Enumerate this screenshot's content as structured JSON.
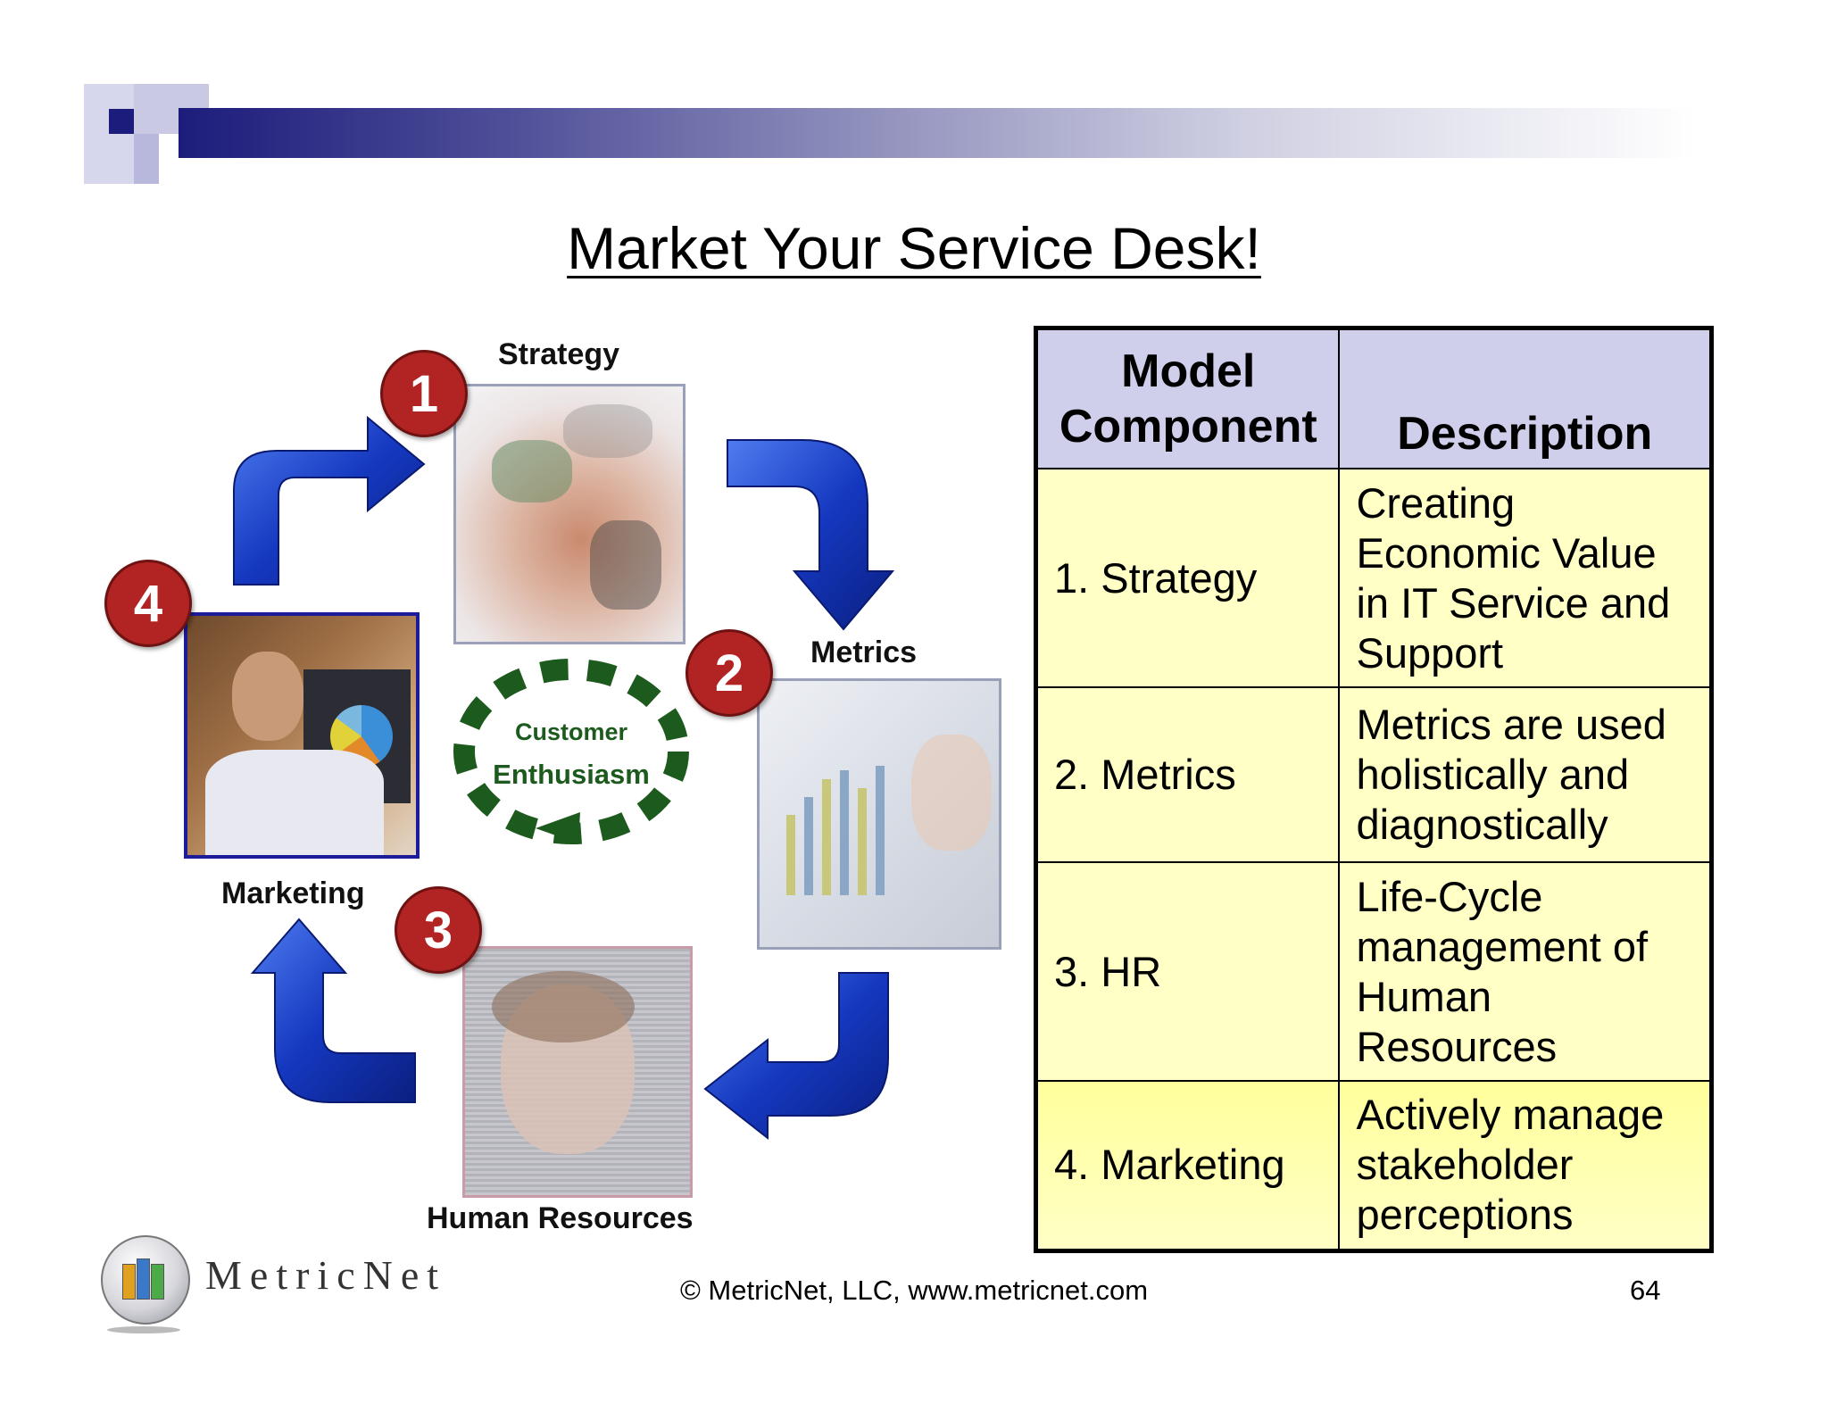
{
  "slide": {
    "title": "Market Your Service Desk!",
    "footer": "© MetricNet, LLC, www.metricnet.com",
    "page_number": "64",
    "brand": "MetricNet"
  },
  "cycle": {
    "center_line1": "Customer",
    "center_line2": "Enthusiasm",
    "stages": [
      {
        "number": "1",
        "label": "Strategy"
      },
      {
        "number": "2",
        "label": "Metrics"
      },
      {
        "number": "3",
        "label": "Human Resources"
      },
      {
        "number": "4",
        "label": "Marketing"
      }
    ]
  },
  "table": {
    "headers": [
      "Model Component",
      "Description"
    ],
    "rows": [
      {
        "component": "1. Strategy",
        "description": "Creating Economic Value in IT Service and Support"
      },
      {
        "component": "2. Metrics",
        "description": "Metrics are used holistically and diagnostically"
      },
      {
        "component": "3. HR",
        "description": "Life-Cycle management of Human Resources"
      },
      {
        "component": "4. Marketing",
        "description": "Actively manage stakeholder perceptions"
      }
    ]
  },
  "colors": {
    "header_bg": "#cfcfec",
    "cell_bg": "#ffffc6",
    "badge": "#b22424",
    "arrow": "#1f43c8",
    "center_text": "#1d5a1d"
  },
  "icons": [
    "metricnet-logo-icon",
    "cycle-arrow-icon",
    "dashed-cycle-icon"
  ]
}
